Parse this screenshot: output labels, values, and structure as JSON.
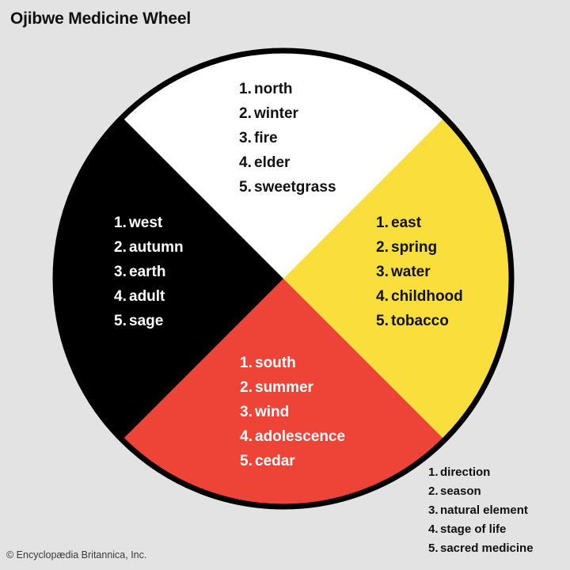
{
  "page": {
    "title": "Ojibwe Medicine Wheel",
    "background_color": "#e3e3e3",
    "credit": "© Encyclopædia Britannica, Inc."
  },
  "chart_data": {
    "type": "pie",
    "title": "Ojibwe Medicine Wheel",
    "xlabel": "",
    "ylabel": "",
    "grid": false,
    "legend_position": "bottom-right",
    "categories": [
      "north",
      "east",
      "south",
      "west"
    ],
    "values": [
      25,
      25,
      25,
      25
    ],
    "slice_angles_deg": [
      90,
      90,
      90,
      90
    ],
    "colors": [
      "#ffffff",
      "#fadf3c",
      "#ee4337",
      "#000000"
    ],
    "series": [
      {
        "name": "Ojibwe Medicine Wheel quadrants",
        "values": [
          25,
          25,
          25,
          25
        ]
      }
    ],
    "annotations": [
      "north quadrant: 1. north 2. winter 3. fire 4. elder 5. sweetgrass",
      "east quadrant: 1. east 2. spring 3. water 4. childhood 5. tobacco",
      "south quadrant: 1. south 2. summer 3. wind 4. adolescence 5. cedar",
      "west quadrant: 1. west 2. autumn 3. earth 4. adult 5. sage"
    ],
    "legend_entries": [
      "1. direction",
      "2. season",
      "3. natural element",
      "4. stage of life",
      "5. sacred medicine"
    ]
  },
  "wheel": {
    "outline_color": "#000000",
    "quadrants": {
      "north": {
        "name": "north",
        "position": "top",
        "fill": "#ffffff",
        "text_color": "#111111",
        "items": [
          {
            "num": "1.",
            "label": "north"
          },
          {
            "num": "2.",
            "label": "winter"
          },
          {
            "num": "3.",
            "label": "fire"
          },
          {
            "num": "4.",
            "label": "elder"
          },
          {
            "num": "5.",
            "label": "sweetgrass"
          }
        ]
      },
      "east": {
        "name": "east",
        "position": "right",
        "fill": "#fadf3c",
        "text_color": "#111111",
        "items": [
          {
            "num": "1.",
            "label": "east"
          },
          {
            "num": "2.",
            "label": "spring"
          },
          {
            "num": "3.",
            "label": "water"
          },
          {
            "num": "4.",
            "label": "childhood"
          },
          {
            "num": "5.",
            "label": "tobacco"
          }
        ]
      },
      "south": {
        "name": "south",
        "position": "bottom",
        "fill": "#ee4337",
        "text_color": "#ffffff",
        "items": [
          {
            "num": "1.",
            "label": "south"
          },
          {
            "num": "2.",
            "label": "summer"
          },
          {
            "num": "3.",
            "label": "wind"
          },
          {
            "num": "4.",
            "label": "adolescence"
          },
          {
            "num": "5.",
            "label": "cedar"
          }
        ]
      },
      "west": {
        "name": "west",
        "position": "left",
        "fill": "#000000",
        "text_color": "#ffffff",
        "items": [
          {
            "num": "1.",
            "label": "west"
          },
          {
            "num": "2.",
            "label": "autumn"
          },
          {
            "num": "3.",
            "label": "earth"
          },
          {
            "num": "4.",
            "label": "adult"
          },
          {
            "num": "5.",
            "label": "sage"
          }
        ]
      }
    }
  },
  "legend": {
    "items": [
      {
        "num": "1.",
        "label": "direction"
      },
      {
        "num": "2.",
        "label": "season"
      },
      {
        "num": "3.",
        "label": "natural element"
      },
      {
        "num": "4.",
        "label": "stage of life"
      },
      {
        "num": "5.",
        "label": "sacred medicine"
      }
    ]
  }
}
